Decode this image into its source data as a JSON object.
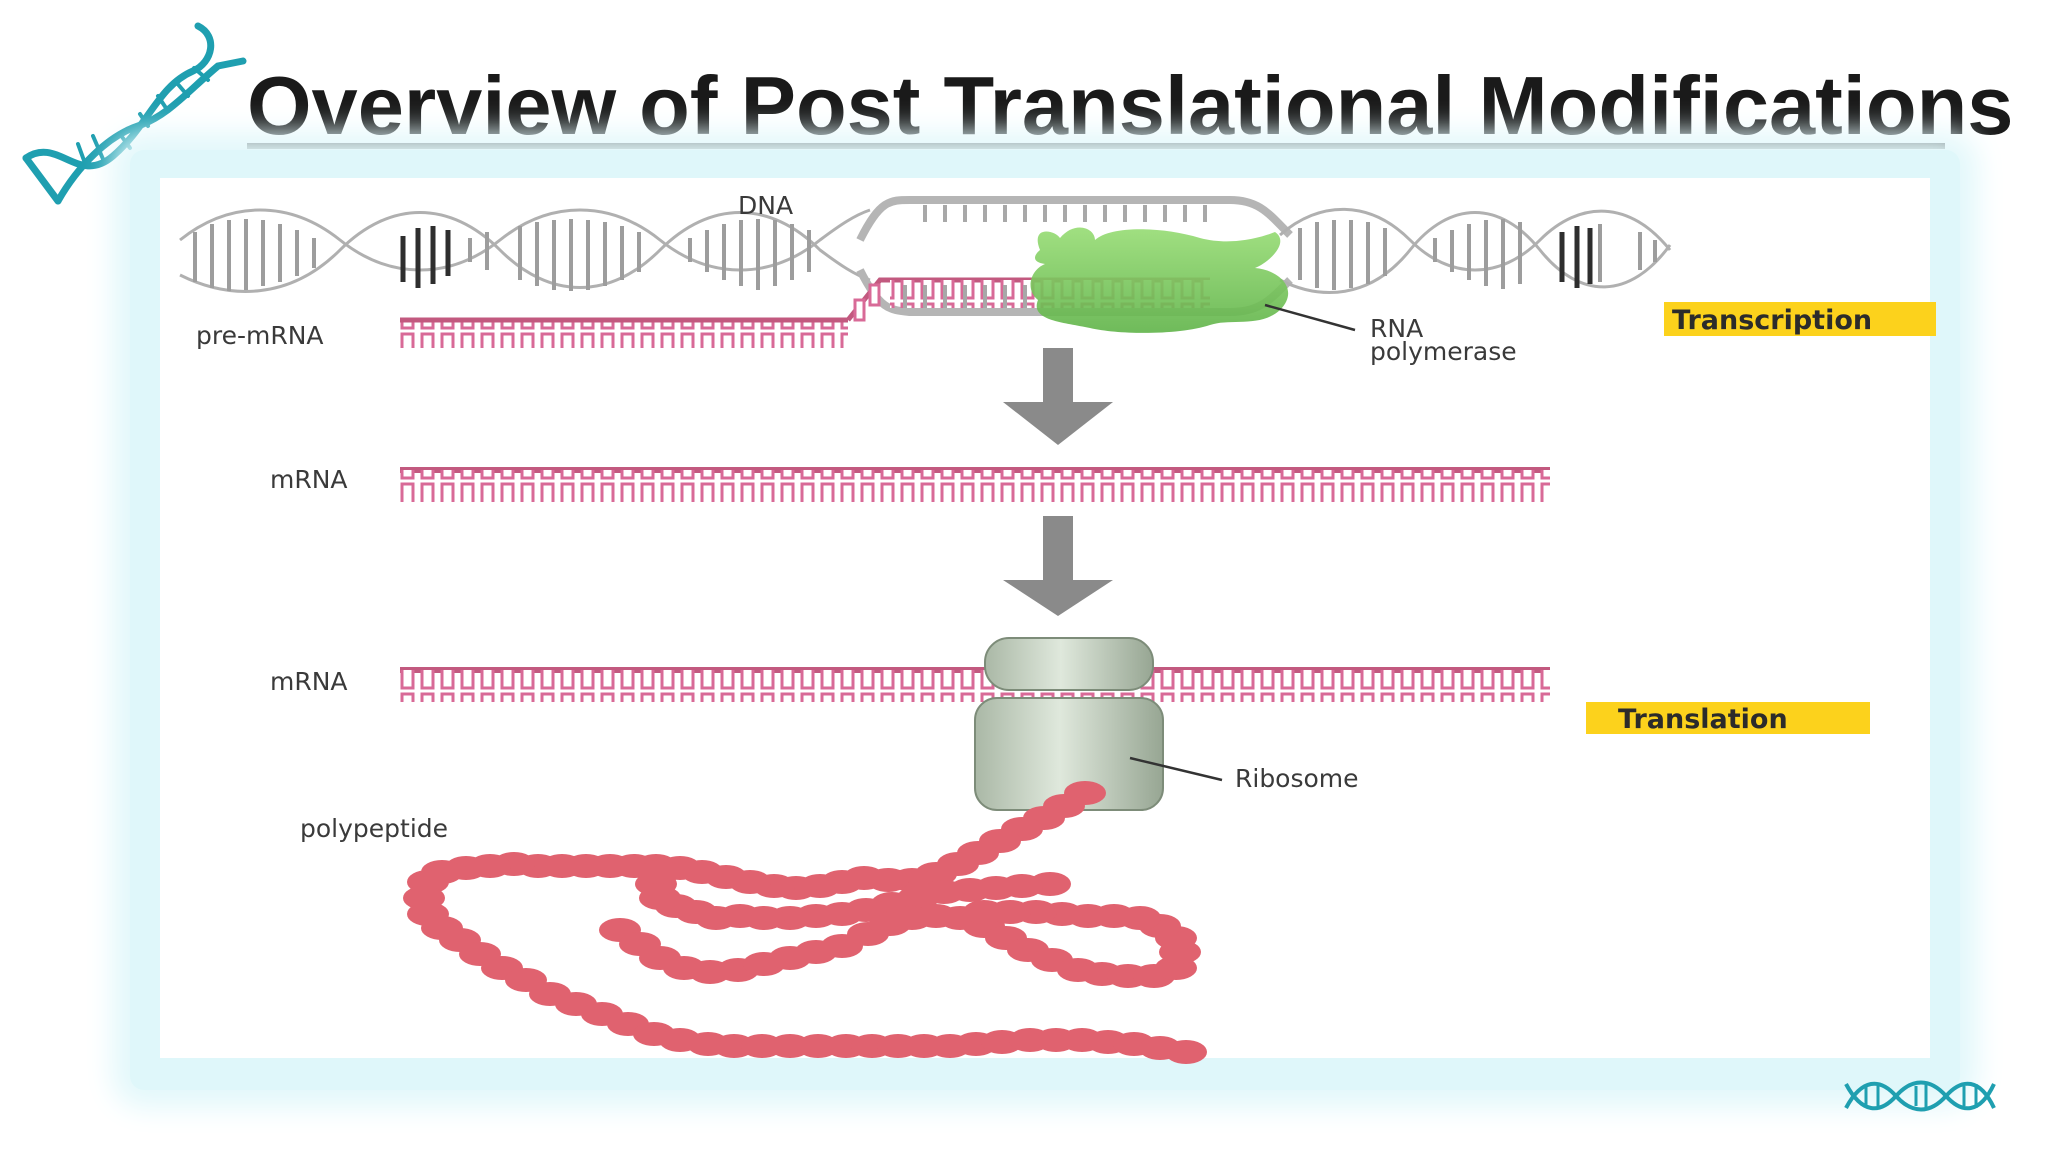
{
  "slide": {
    "title": "Overview of Post Translational Modifications"
  },
  "diagram": {
    "labels": {
      "dna": "DNA",
      "pre_mrna": "pre-mRNA",
      "rna_polymerase_line1": "RNA",
      "rna_polymerase_line2": "polymerase",
      "mrna_1": "mRNA",
      "mrna_2": "mRNA",
      "ribosome": "Ribosome",
      "polypeptide": "polypeptide"
    },
    "stages": {
      "transcription": "Transcription",
      "translation": "Translation"
    }
  },
  "colors": {
    "accent_teal": "#1f9fb0",
    "rna_pink": "#e37fa6",
    "rna_pink_dark": "#b35a80",
    "polymerase_green": "#7fcf5e",
    "stage_tag_yellow": "#fcd21c",
    "polypeptide_red": "#e0626f",
    "arrow_gray": "#8a8a8a"
  },
  "icons": {
    "top_left": "dna-helix-icon",
    "bottom_right": "dna-helix-small-icon"
  }
}
